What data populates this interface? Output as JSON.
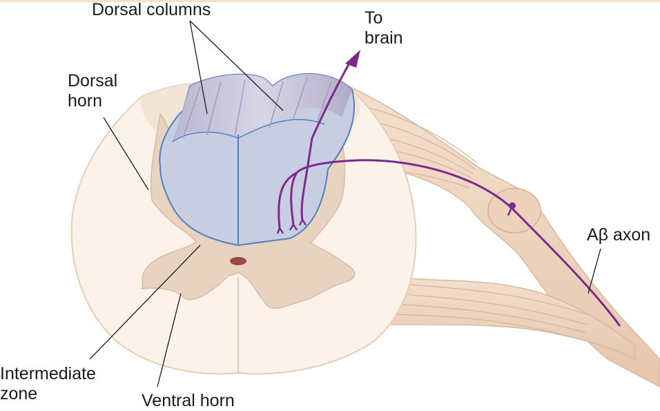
{
  "labels": {
    "dorsal_columns": "Dorsal columns",
    "to_brain": [
      "To",
      "brain"
    ],
    "dorsal_horn": [
      "Dorsal",
      "horn"
    ],
    "ab_axon": "Aβ axon",
    "intermediate_zone": [
      "Intermediate",
      "zone"
    ],
    "ventral_horn": "Ventral horn"
  },
  "colors": {
    "white_matter": "#fbf3ea",
    "gray_matter": "#e8d3c0",
    "dorsal_column_fill": "#c8cde2",
    "dorsal_column_edge": "#4f7fbf",
    "axon": "#7b2a8a",
    "rootlet": "#f2dcc8"
  }
}
